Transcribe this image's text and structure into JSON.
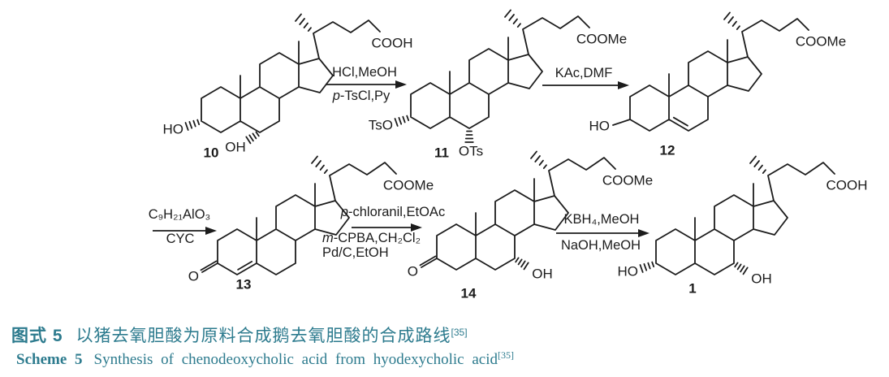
{
  "scheme": {
    "molecules": [
      {
        "id": "10",
        "terminal": "COOH",
        "sub3": "HO",
        "sub6": "OH"
      },
      {
        "id": "11",
        "terminal": "COOMe",
        "sub3": "TsO",
        "sub6": "OTs"
      },
      {
        "id": "12",
        "terminal": "COOMe",
        "sub3": "HO"
      },
      {
        "id": "13",
        "terminal": "COOMe",
        "ketone": "O"
      },
      {
        "id": "14",
        "terminal": "COOMe",
        "ketone": "O",
        "sub7": "OH"
      },
      {
        "id": "1",
        "terminal": "COOH",
        "sub3": "HO",
        "sub7": "OH"
      }
    ],
    "arrows": [
      {
        "above": "HCl,MeOH",
        "below_italic": "p",
        "below_rest": "-TsCl,Py"
      },
      {
        "above": "KAc,DMF"
      },
      {
        "above": "C₉H₂₁AlO₃",
        "below": "CYC"
      },
      {
        "above_italic": "p",
        "above_rest": "-chloranil,EtOAc",
        "below1_italic": "m",
        "below1_rest": "-CPBA,CH₂Cl₂",
        "below2": "Pd/C,EtOH"
      },
      {
        "above": "KBH₄,MeOH",
        "below": "NaOH,MeOH"
      }
    ]
  },
  "caption": {
    "cn_label": "图式 5",
    "cn_text": "以猪去氧胆酸为原料合成鹅去氧胆酸的合成路线",
    "en_label": "Scheme 5",
    "en_text": "Synthesis of chenodeoxycholic acid from hyodexycholic acid",
    "ref": "[35]"
  },
  "colors": {
    "ink": "#1c1c1c",
    "caption_teal": "#2d7b8e"
  }
}
